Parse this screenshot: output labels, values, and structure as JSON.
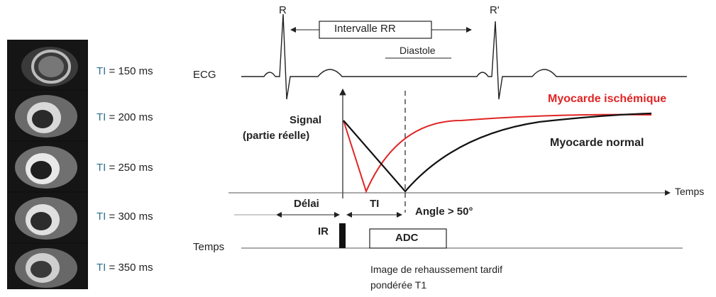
{
  "mri_labels": [
    {
      "prefix": "TI",
      "value": " = 150 ms"
    },
    {
      "prefix": "TI",
      "value": " = 200 ms"
    },
    {
      "prefix": "TI",
      "value": " = 250 ms"
    },
    {
      "prefix": "TI",
      "value": " = 300 ms"
    },
    {
      "prefix": "TI",
      "value": " = 350 ms"
    }
  ],
  "ecg": {
    "label": "ECG",
    "peak_r": "R",
    "peak_r_prime": "R'",
    "rr_interval": "Intervalle RR",
    "diastole": "Diastole"
  },
  "signal": {
    "ylabel_line1": "Signal",
    "ylabel_line2": "(partie réelle)",
    "ischemic": "Myocarde ischémique",
    "normal": "Myocarde normal",
    "time_axis": "Temps",
    "ischemic_color": "#e02424",
    "normal_color": "#111111"
  },
  "timing": {
    "delay": "Délai",
    "ti": "TI",
    "angle": "Angle > 50°"
  },
  "sequence": {
    "ir": "IR",
    "adc": "ADC",
    "time_label": "Temps",
    "caption_line1": "Image de rehaussement tardif",
    "caption_line2": "pondérée T1"
  }
}
